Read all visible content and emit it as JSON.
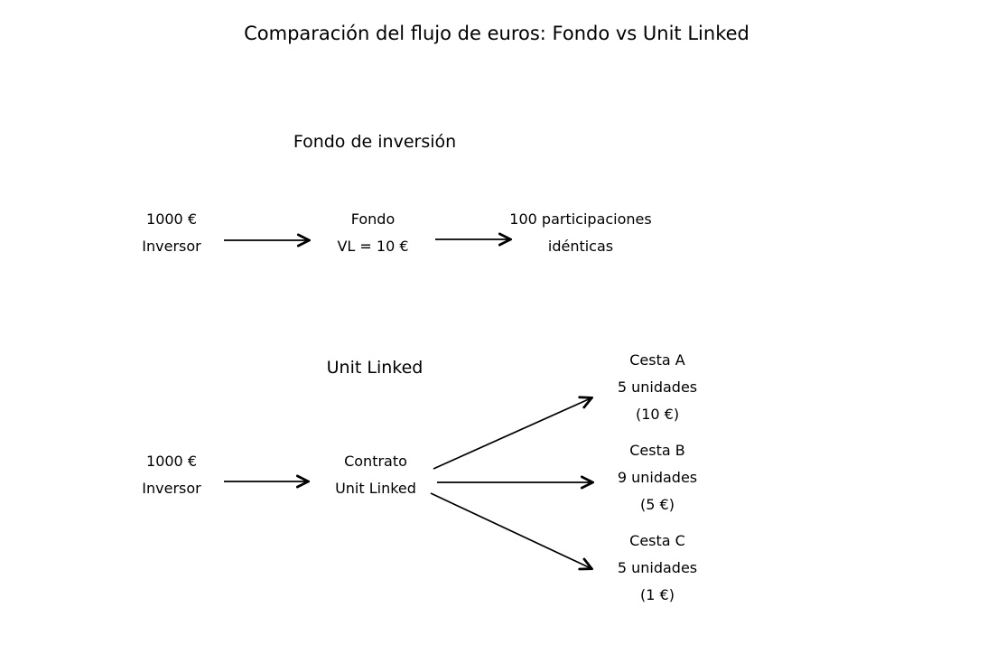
{
  "title": "Comparación del flujo de euros: Fondo vs Unit Linked",
  "colors": {
    "background": "#ffffff",
    "text": "#000000",
    "arrow": "#000000"
  },
  "fondo_section": {
    "heading": "Fondo de inversión",
    "investor": {
      "line1": "1000 €",
      "line2": "Inversor"
    },
    "fund": {
      "line1": "Fondo",
      "line2": "VL = 10 €"
    },
    "result": {
      "line1": "100 participaciones",
      "line2": "idénticas"
    }
  },
  "unit_linked_section": {
    "heading": "Unit Linked",
    "investor": {
      "line1": "1000 €",
      "line2": "Inversor"
    },
    "contract": {
      "line1": "Contrato",
      "line2": "Unit Linked"
    },
    "baskets": [
      {
        "name": "Cesta A",
        "units": "5 unidades",
        "price": "(10 €)"
      },
      {
        "name": "Cesta B",
        "units": "9 unidades",
        "price": "(5 €)"
      },
      {
        "name": "Cesta C",
        "units": "5 unidades",
        "price": "(1 €)"
      }
    ]
  }
}
